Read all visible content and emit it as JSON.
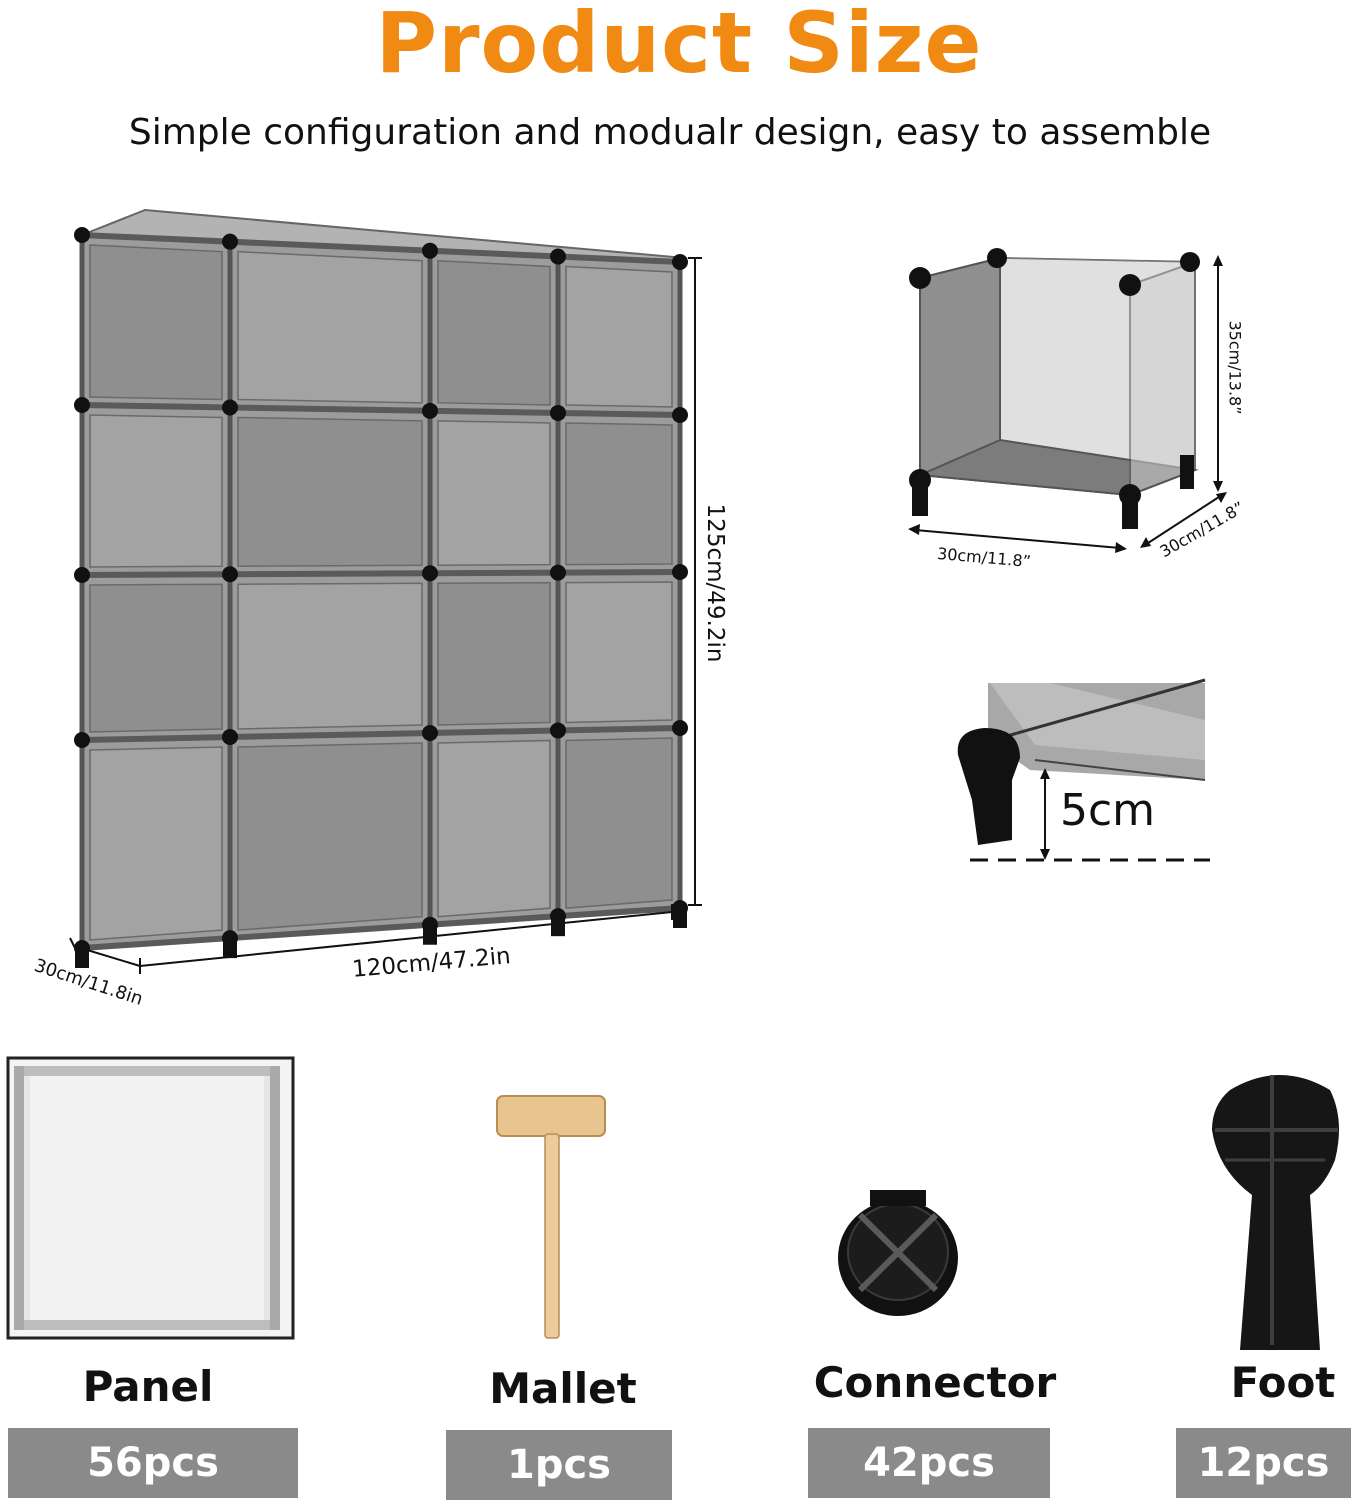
{
  "header": {
    "title": "Product Size",
    "subtitle": "Simple configuration and modualr design, easy to assemble"
  },
  "colors": {
    "title_accent": "#f18a12",
    "badge_bg": "#8a8a8a",
    "panel_gray": "#9a9a9a",
    "connector_black": "#111111"
  },
  "dimensions": {
    "full_height": "125cm/49.2in",
    "full_width": "120cm/47.2in",
    "full_depth": "30cm/11.8in",
    "cube_height": "35cm/13.8”",
    "cube_width": "30cm/11.8”",
    "cube_depth": "30cm/11.8”",
    "foot_height": "5cm"
  },
  "parts": [
    {
      "name": "Panel",
      "count": "56pcs",
      "icon": "panel-icon"
    },
    {
      "name": "Mallet",
      "count": "1pcs",
      "icon": "mallet-icon"
    },
    {
      "name": "Connector",
      "count": "42pcs",
      "icon": "connector-icon"
    },
    {
      "name": "Foot",
      "count": "12pcs",
      "icon": "foot-icon"
    }
  ]
}
